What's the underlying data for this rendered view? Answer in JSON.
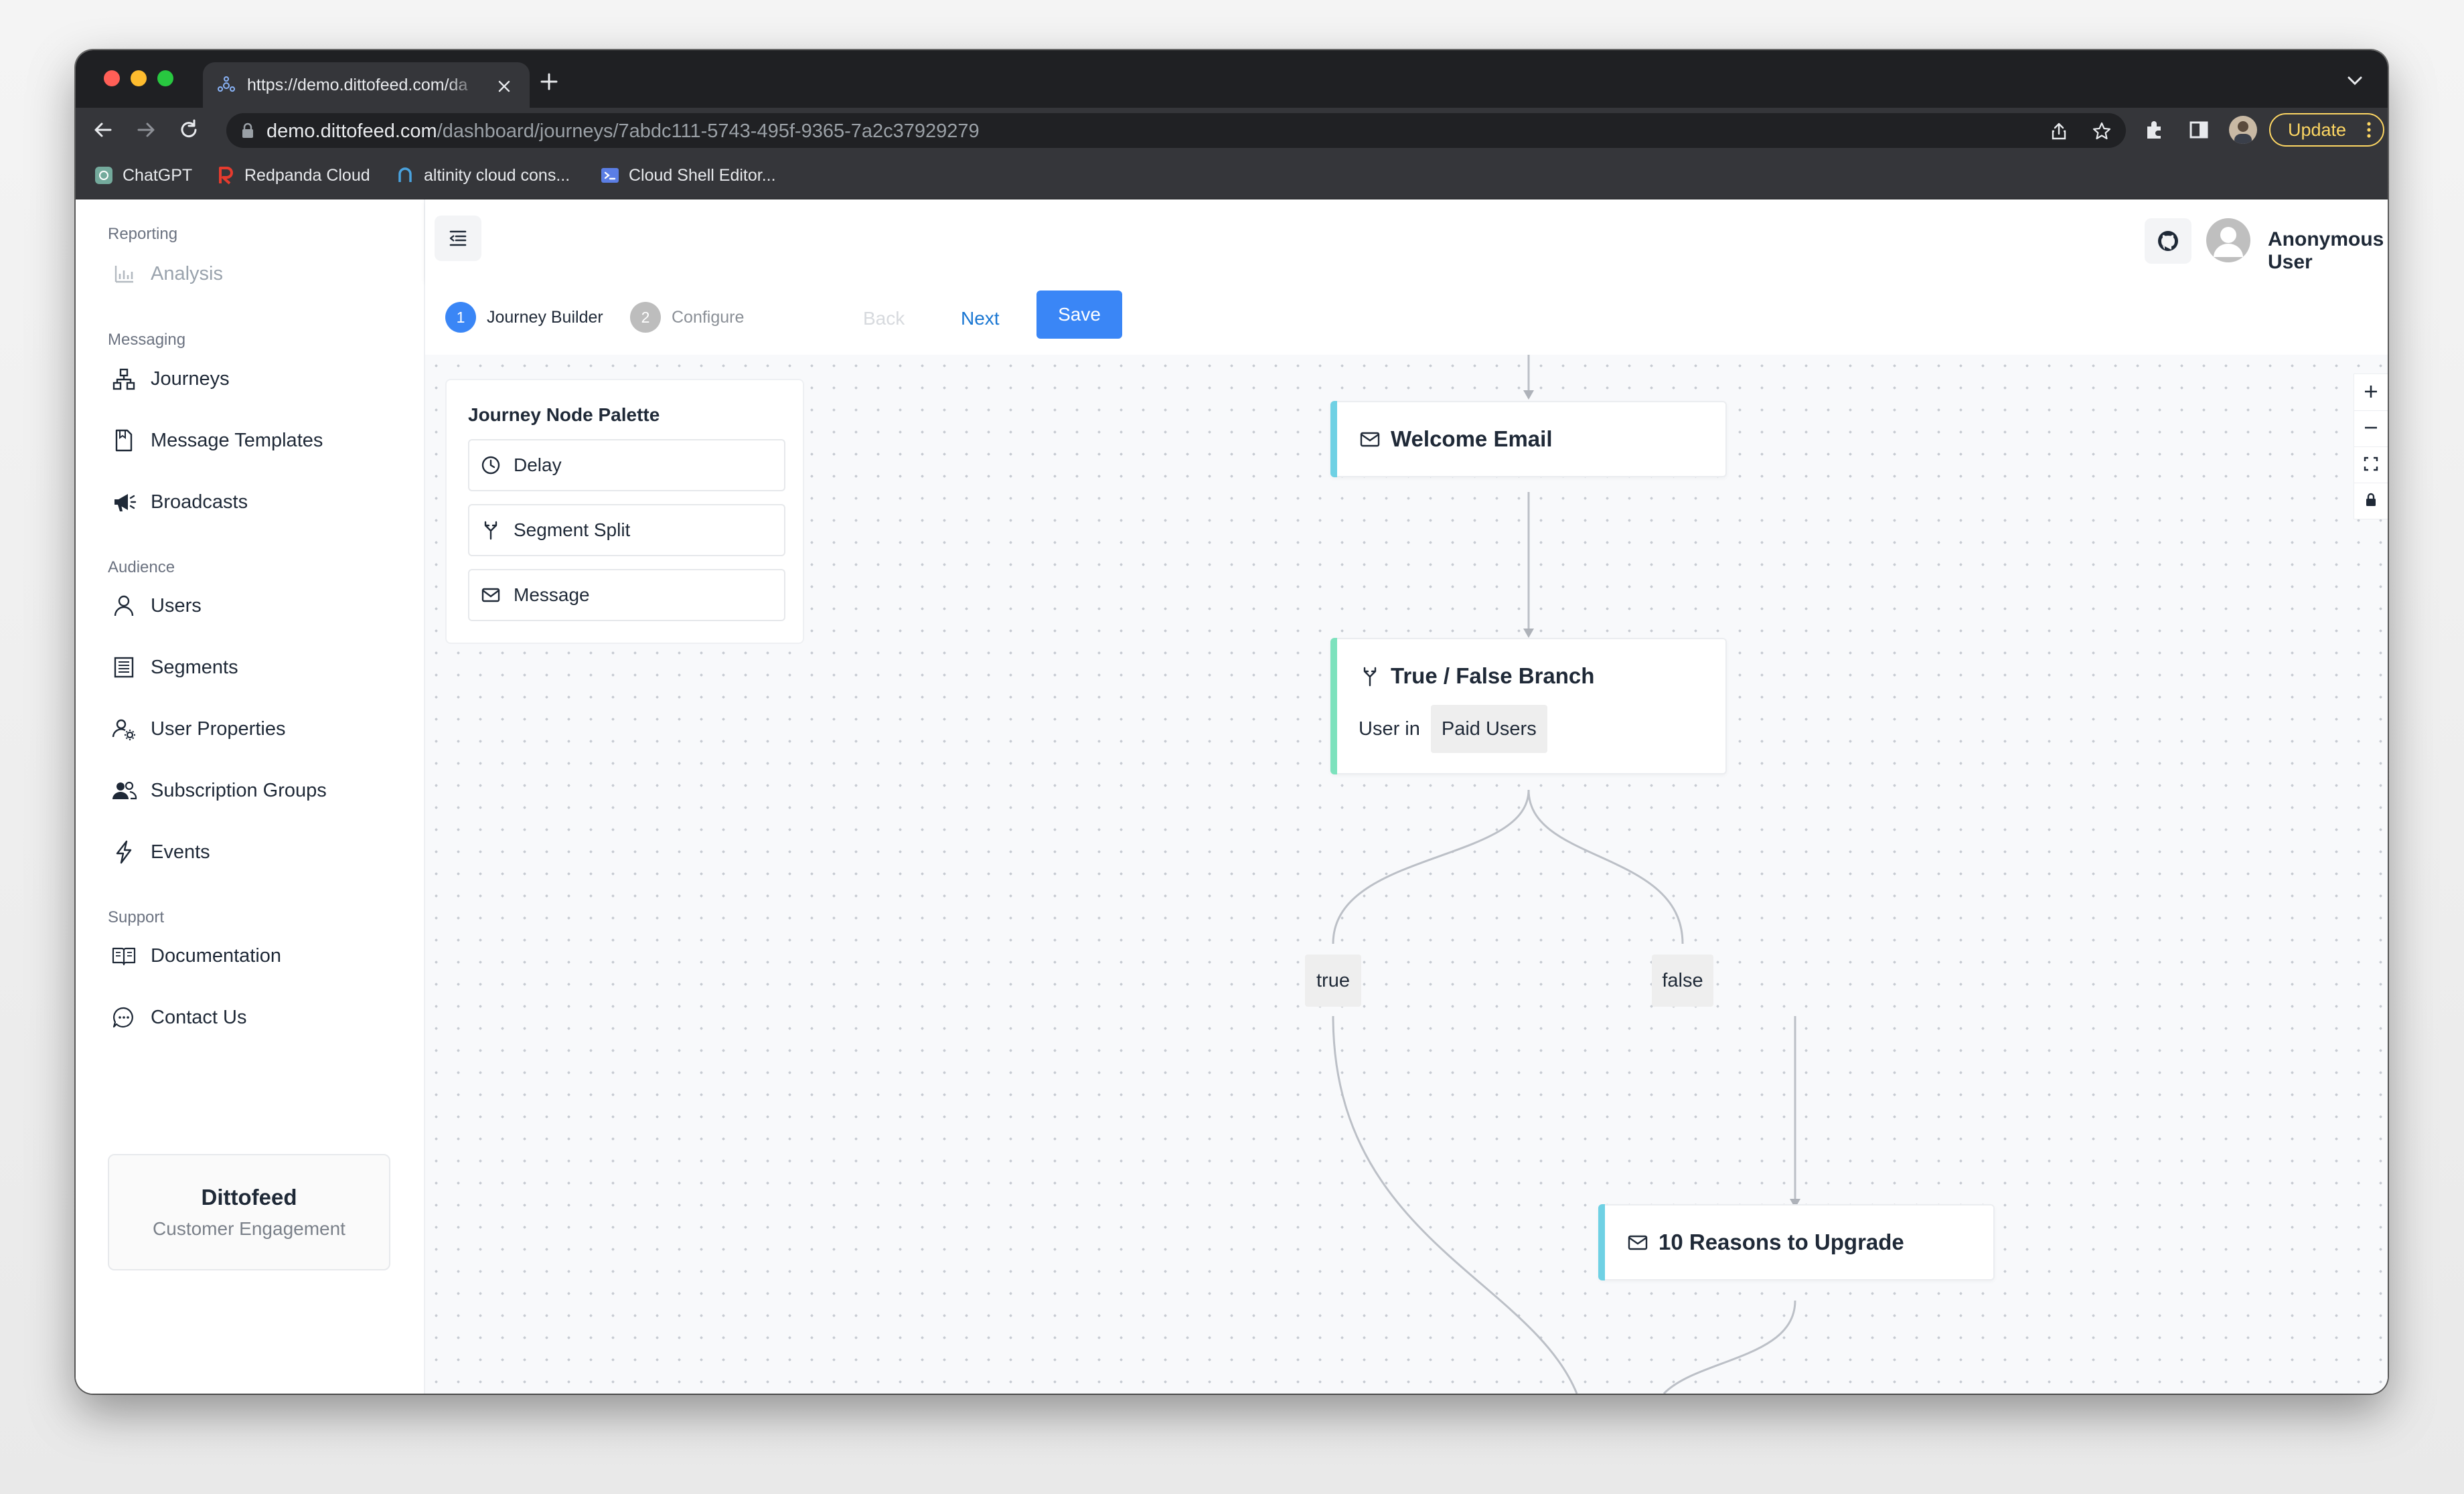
{
  "browser": {
    "tab_title": "https://demo.dittofeed.com/da",
    "url_host": "demo.dittofeed.com",
    "url_path": "/dashboard/journeys/7abdc111-5743-495f-9365-7a2c37929279",
    "update_label": "Update",
    "bookmarks": [
      {
        "label": "ChatGPT",
        "icon": "chatgpt-icon",
        "color": "#74aa9c"
      },
      {
        "label": "Redpanda Cloud",
        "icon": "redpanda-icon",
        "color": "#e63b2e"
      },
      {
        "label": "altinity cloud cons...",
        "icon": "altinity-icon",
        "color": "#4aa3df"
      },
      {
        "label": "Cloud Shell Editor...",
        "icon": "cloud-shell-icon",
        "color": "#5b7ee5"
      }
    ]
  },
  "sidebar": {
    "sections": {
      "reporting": "Reporting",
      "messaging": "Messaging",
      "audience": "Audience",
      "support": "Support"
    },
    "items": {
      "analysis": "Analysis",
      "journeys": "Journeys",
      "message_templates": "Message Templates",
      "broadcasts": "Broadcasts",
      "users": "Users",
      "segments": "Segments",
      "user_properties": "User Properties",
      "subscription_groups": "Subscription Groups",
      "events": "Events",
      "documentation": "Documentation",
      "contact_us": "Contact Us"
    },
    "brand": {
      "name": "Dittofeed",
      "tagline": "Customer Engagement"
    }
  },
  "header": {
    "username": "Anonymous User"
  },
  "stepper": {
    "steps": [
      {
        "number": "1",
        "label": "Journey Builder",
        "active": true
      },
      {
        "number": "2",
        "label": "Configure",
        "active": false
      }
    ],
    "back_label": "Back",
    "next_label": "Next",
    "save_label": "Save"
  },
  "palette": {
    "title": "Journey Node Palette",
    "items": [
      {
        "label": "Delay",
        "icon": "clock-icon"
      },
      {
        "label": "Segment Split",
        "icon": "split-icon"
      },
      {
        "label": "Message",
        "icon": "mail-icon"
      }
    ]
  },
  "journey": {
    "welcome_node": {
      "title": "Welcome Email",
      "icon": "mail-icon",
      "accent": "#6fd1e4"
    },
    "branch_node": {
      "title": "True / False Branch",
      "icon": "split-icon",
      "condition_text": "User in",
      "segment": "Paid Users",
      "accent": "#7de2bd"
    },
    "edge_true": "true",
    "edge_false": "false",
    "upgrade_node": {
      "title": "10 Reasons to Upgrade",
      "icon": "mail-icon",
      "accent": "#6fd1e4"
    }
  },
  "colors": {
    "primary": "#3a86f6",
    "link": "#1976d2",
    "update_badge": "#fdd663"
  }
}
